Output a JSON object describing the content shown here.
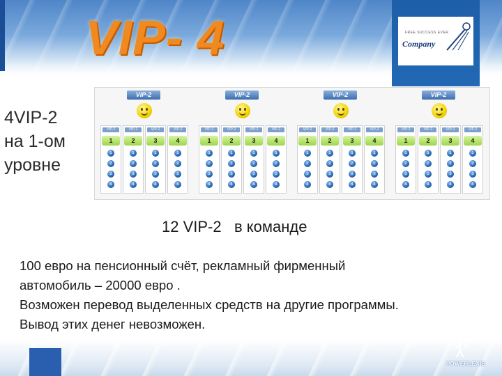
{
  "header": {
    "title": "VIP- 4",
    "logo": {
      "tagline": "FREE SUCCESS EVER",
      "wordmark": "Company"
    }
  },
  "side_text": [
    "4VIP-2",
    "на 1-ом",
    "уровне"
  ],
  "diagram": {
    "top_label": "VIP-2",
    "slot_label": "VIP-2",
    "slot_numbers": [
      "1",
      "2",
      "3",
      "4"
    ],
    "dot_numbers": [
      "1",
      "2",
      "3",
      "4"
    ],
    "block_count": 4
  },
  "team_text": "12 VIP-2   в команде",
  "description": [
    "100 евро на пенсионный счёт, рекламный фирменный",
    "автомобиль – 20000 евро .",
    "Возможен перевод выделенных средств на другие программы.",
    "Вывод этих денег невозможен."
  ],
  "footer": {
    "brand": "POWERLEXIS"
  },
  "colors": {
    "title": "#f08a20",
    "accent_blue": "#1d5fa8",
    "slot_green": "#9dd64b"
  }
}
